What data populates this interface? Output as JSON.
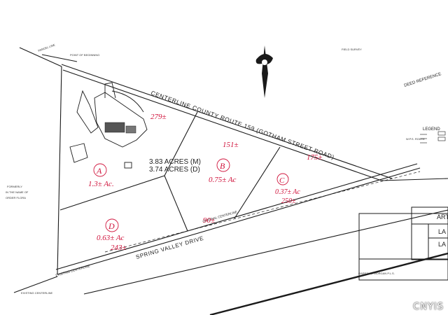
{
  "road_name": "CENTERLINE COUNTY ROUTE 159 (GOTHAM STREET ROAD)",
  "drive_name": "SPRING VALLEY DRIVE",
  "acreage_measured": "3.83 ACRES (M)",
  "acreage_deed": "3.74 ACRES (D)",
  "lots": [
    {
      "letter": "A",
      "area": "1.3± Ac.",
      "frontage": "279±"
    },
    {
      "letter": "B",
      "area": "0.75± Ac",
      "frontage": "151±"
    },
    {
      "letter": "C",
      "area": "0.37± Ac",
      "frontage": "175±",
      "rear": "250±"
    },
    {
      "letter": "D",
      "area": "0.63± Ac",
      "frontage": "243±",
      "side": "90±"
    }
  ],
  "deed_reference": "DEED REFERENCE",
  "legend": "LEGEND",
  "original_centerline": "ORIGINAL CENTERLINE",
  "existing_centerline": "EXISTING CENTERLINE",
  "watermark": "CNYIS",
  "colors": {
    "ink": "#1a1a1a",
    "annotation_red": "#d0143c",
    "paper": "#ffffff"
  },
  "icons": [
    "north-arrow-icon"
  ]
}
